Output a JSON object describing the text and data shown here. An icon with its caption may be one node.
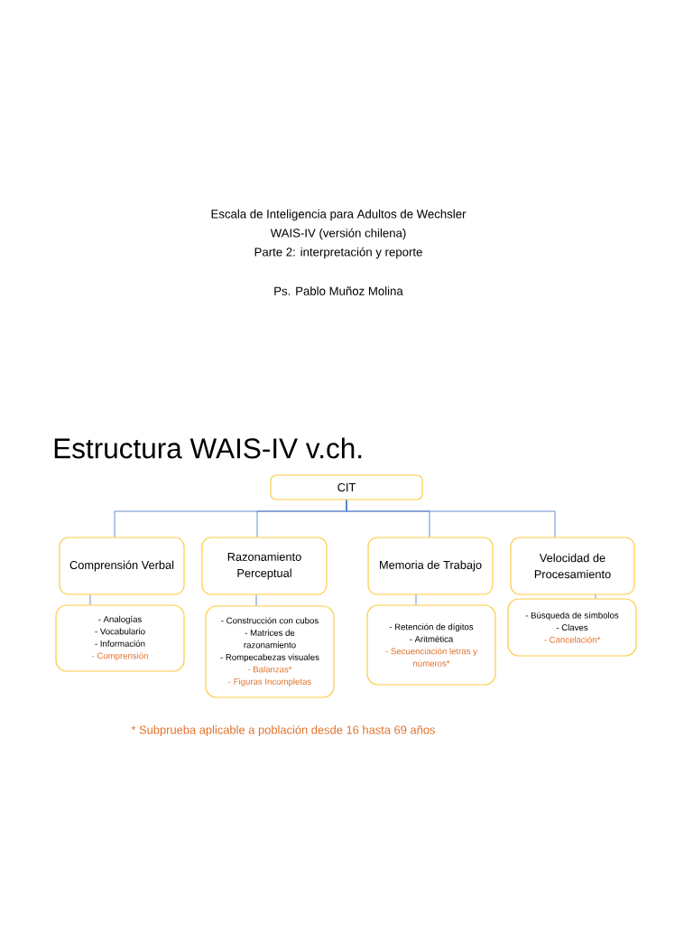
{
  "diagram": {
    "title": "Estructura WAIS-IV v.ch.",
    "nodes": [
      {
        "text": [
          "CIT"
        ]
      },
      {
        "text": [
          "Comprensión Verbal"
        ]
      },
      {
        "text": [
          "Razonamiento Perceptual"
        ]
      },
      {
        "text": [
          "Memoria de Trabajo"
        ]
      },
      {
        "text": [
          "Velocidad de Procesamiento"
        ]
      },
      {
        "text": [
          "- Analogías",
          "- Vocabulario",
          "- Información",
          "- Comprensión"
        ]
      },
      {
        "text": [
          "- Construcción con cubos",
          "- Matrices de razonamiento",
          "- Rompecabezas visuales",
          "- Balanzas*",
          "- Figuras Incompletas"
        ]
      },
      {
        "text": [
          "- Retención de dígitos",
          "- Aritmética",
          "- Secuenciación letras y números*"
        ]
      },
      {
        "text": [
          "- Búsqueda de símbolos",
          "- Claves",
          "- Cancelación*"
        ]
      }
    ],
    "edges": [
      {
        "from": 0,
        "to": 1,
        "arrow": "none"
      },
      {
        "from": 0,
        "to": 2,
        "arrow": "none"
      },
      {
        "from": 0,
        "to": 3,
        "arrow": "none"
      },
      {
        "from": 0,
        "to": 4,
        "arrow": "none"
      },
      {
        "from": 1,
        "to": 5,
        "arrow": "none"
      },
      {
        "from": 2,
        "to": 6,
        "arrow": "none"
      },
      {
        "from": 3,
        "to": 7,
        "arrow": "none"
      },
      {
        "from": 4,
        "to": 8,
        "arrow": "none"
      }
    ],
    "labels": [
      "Escala de Inteligencia para Adultos de Wechsler",
      "WAIS-IV (versión chilena)",
      "Parte 2: interpretación y reporte",
      "Ps. Pablo Muñoz Molina",
      "* Subprueba aplicable a población desde 16 hasta 69 años"
    ]
  }
}
